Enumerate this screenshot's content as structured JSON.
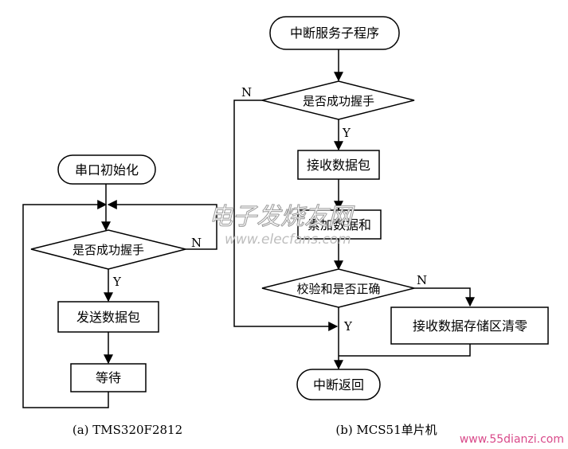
{
  "left": {
    "start": "串口初始化",
    "decision": "是否成功握手",
    "send": "发送数据包",
    "wait": "等待",
    "yes": "Y",
    "no": "N",
    "caption": "(a) TMS320F2812"
  },
  "right": {
    "start": "中断服务子程序",
    "decision1": "是否成功握手",
    "receive": "接收数据包",
    "accumulate": "累加数据和",
    "decision2": "校验和是否正确",
    "clear": "接收数据存储区清零",
    "end": "中断返回",
    "yes": "Y",
    "no": "N",
    "caption": "(b) MCS51单片机"
  },
  "watermark": {
    "brand": "电子发烧友网",
    "site": "www.elecfans.com",
    "site2": "www.55dianzi.com"
  }
}
